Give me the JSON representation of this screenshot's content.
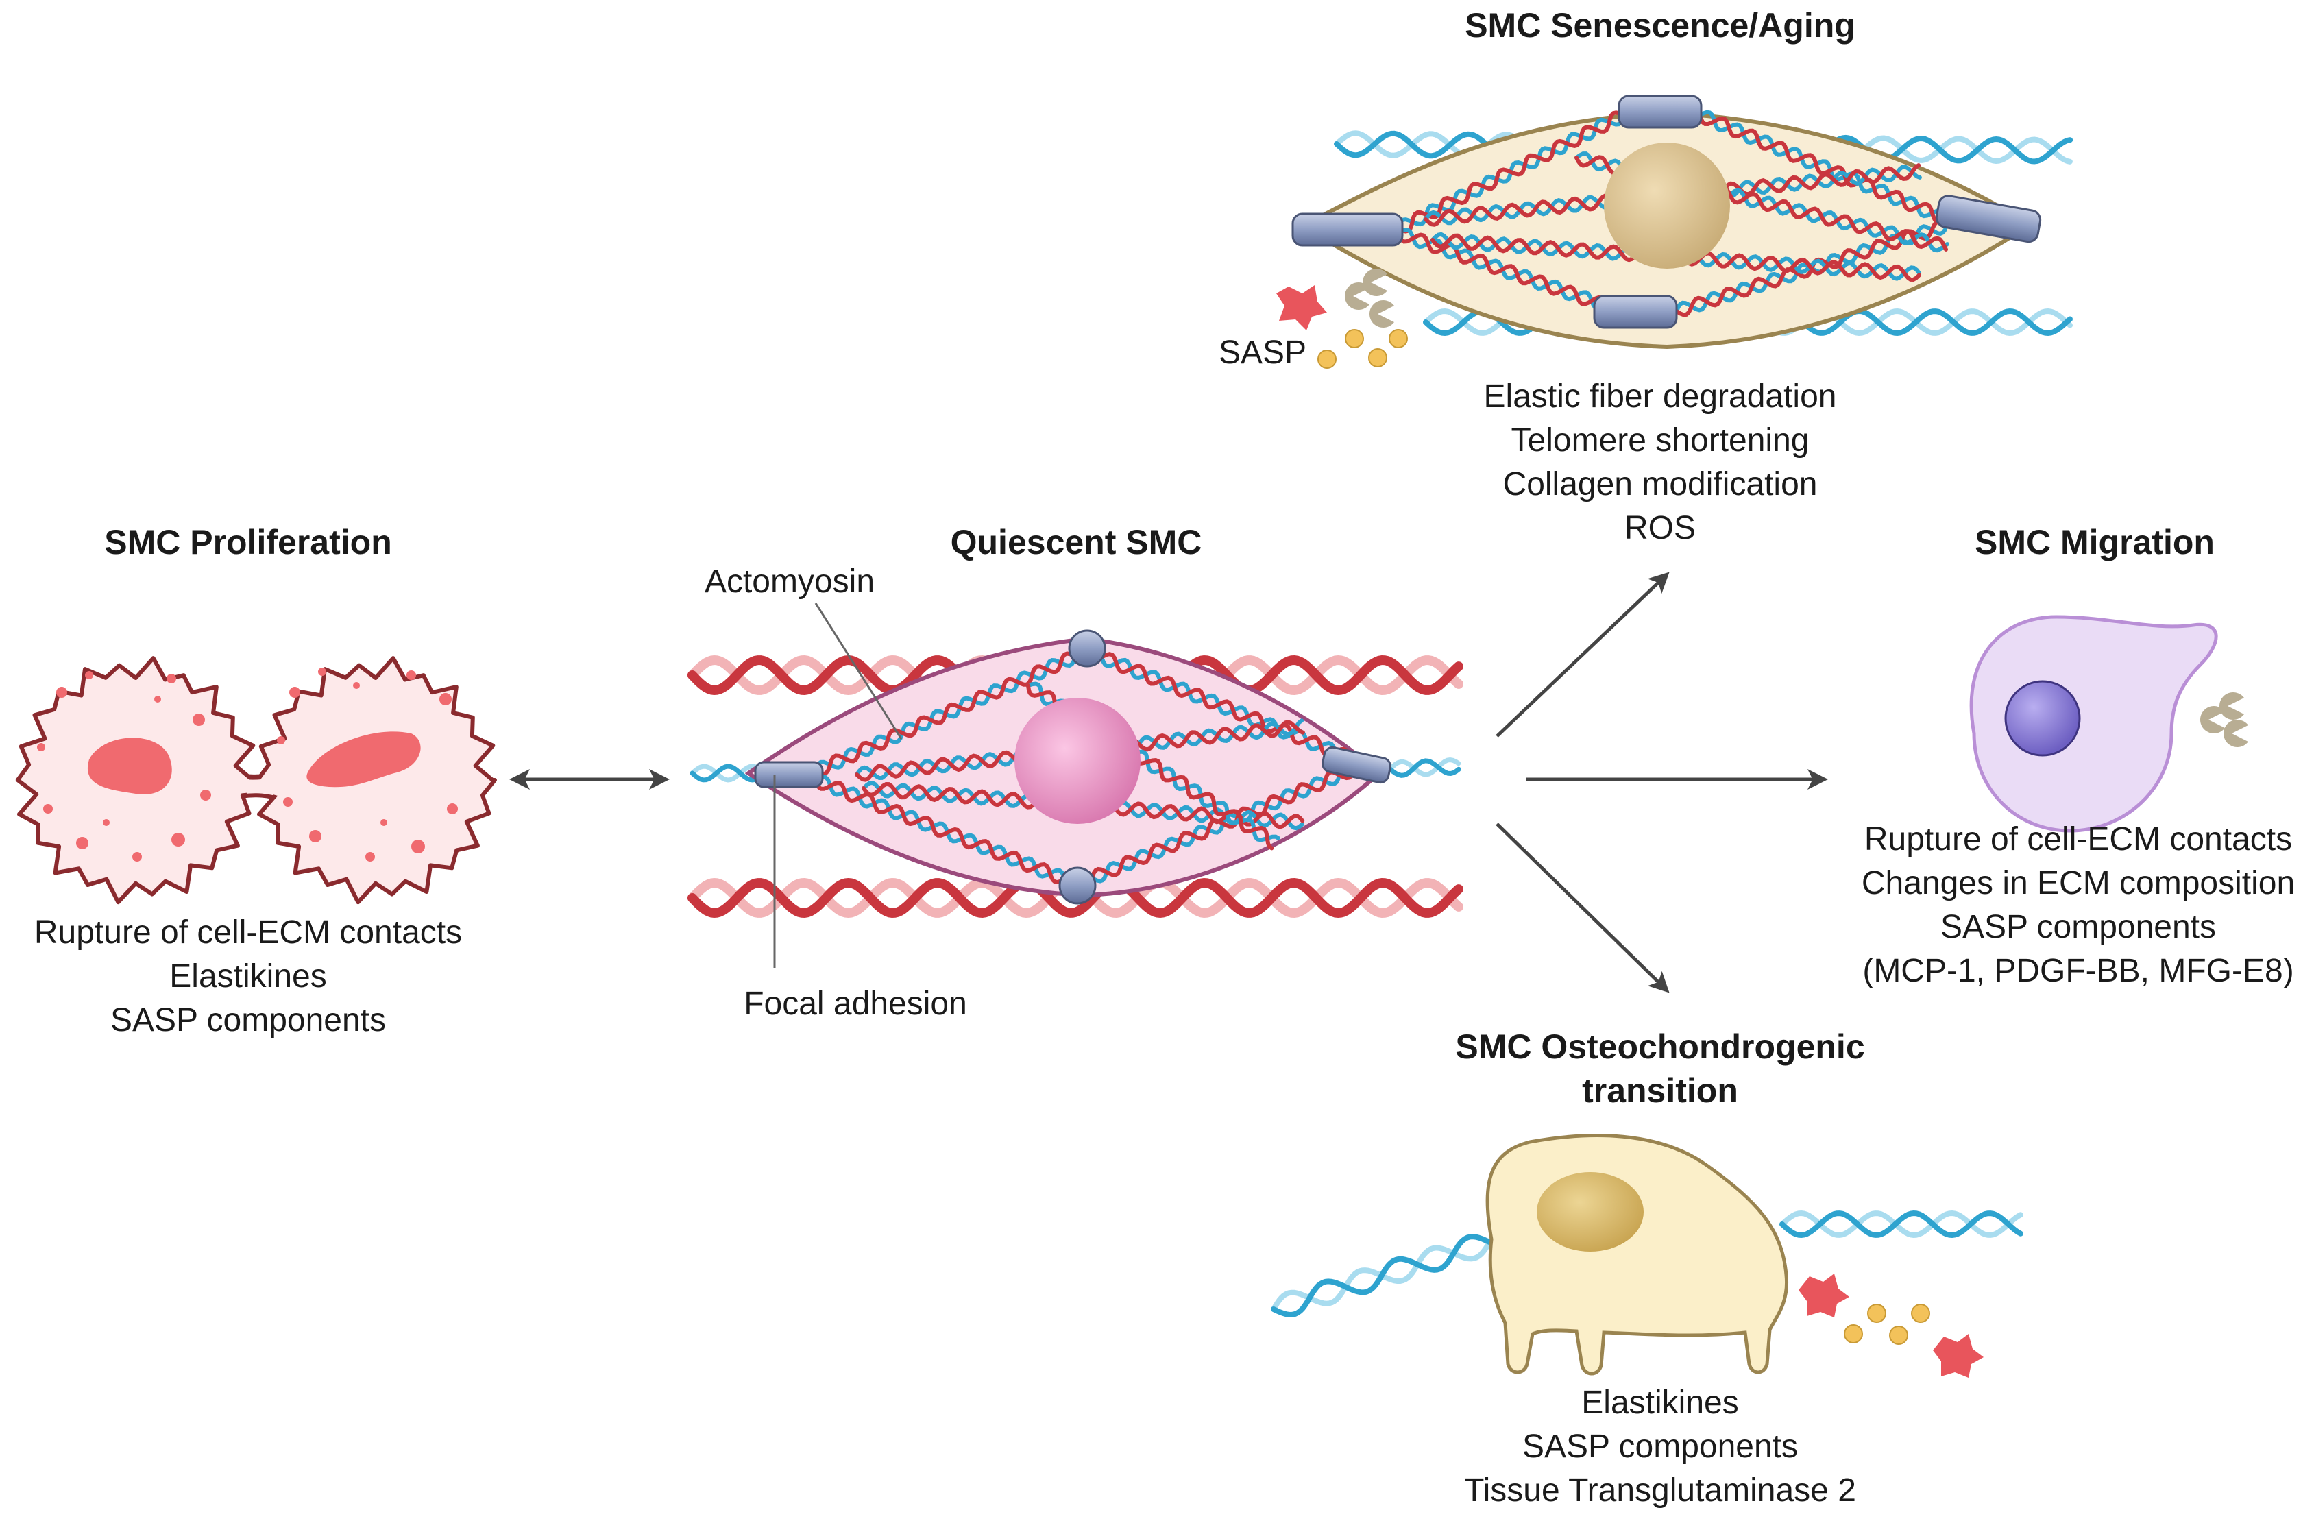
{
  "colors": {
    "text": "#1a1a1a",
    "arrow": "#444444",
    "collagen_red": "#c9363e",
    "collagen_light": "#f2b3b6",
    "elastin_blue": "#2ea3cf",
    "elastin_light": "#a9dcef",
    "proliferation_fill": "#fde9ea",
    "proliferation_stroke": "#8a2a2e",
    "proliferation_nucleus": "#f06a6f",
    "quiescent_fill": "#f9dbe9",
    "quiescent_stroke": "#9b4a7c",
    "quiescent_nucleus": "#e58cc0",
    "senescence_fill": "#f8edd5",
    "senescence_stroke": "#9a8450",
    "senescence_nucleus": "#d8c090",
    "migration_fill": "#eadcf6",
    "migration_stroke": "#b98fd6",
    "migration_nucleus": "#8f7fd6",
    "osteo_fill": "#fbefc9",
    "osteo_stroke": "#9a8450",
    "osteo_nucleus": "#d8b96a",
    "adhesion": "#8fa0c8",
    "sasp_red": "#e8555c",
    "sasp_yellow": "#f3c25a",
    "sasp_grey": "#b8ad93"
  },
  "proliferation": {
    "title": "SMC Proliferation",
    "lines": [
      "Rupture of cell-ECM contacts",
      "Elastikines",
      "SASP components"
    ]
  },
  "quiescent": {
    "title": "Quiescent SMC",
    "actomyosin_label": "Actomyosin",
    "focal_label": "Focal adhesion"
  },
  "senescence": {
    "title": "SMC Senescence/Aging",
    "sasp_label": "SASP",
    "lines": [
      "Elastic fiber degradation",
      "Telomere shortening",
      "Collagen modification",
      "ROS"
    ]
  },
  "migration": {
    "title": "SMC Migration",
    "lines": [
      "Rupture of cell-ECM contacts",
      "Changes in ECM composition",
      "SASP components",
      "(MCP-1, PDGF-BB, MFG-E8)"
    ]
  },
  "osteo": {
    "title_lines": [
      "SMC Osteochondrogenic",
      "transition"
    ],
    "lines": [
      "Elastikines",
      "SASP components",
      "Tissue Transglutaminase 2"
    ]
  }
}
